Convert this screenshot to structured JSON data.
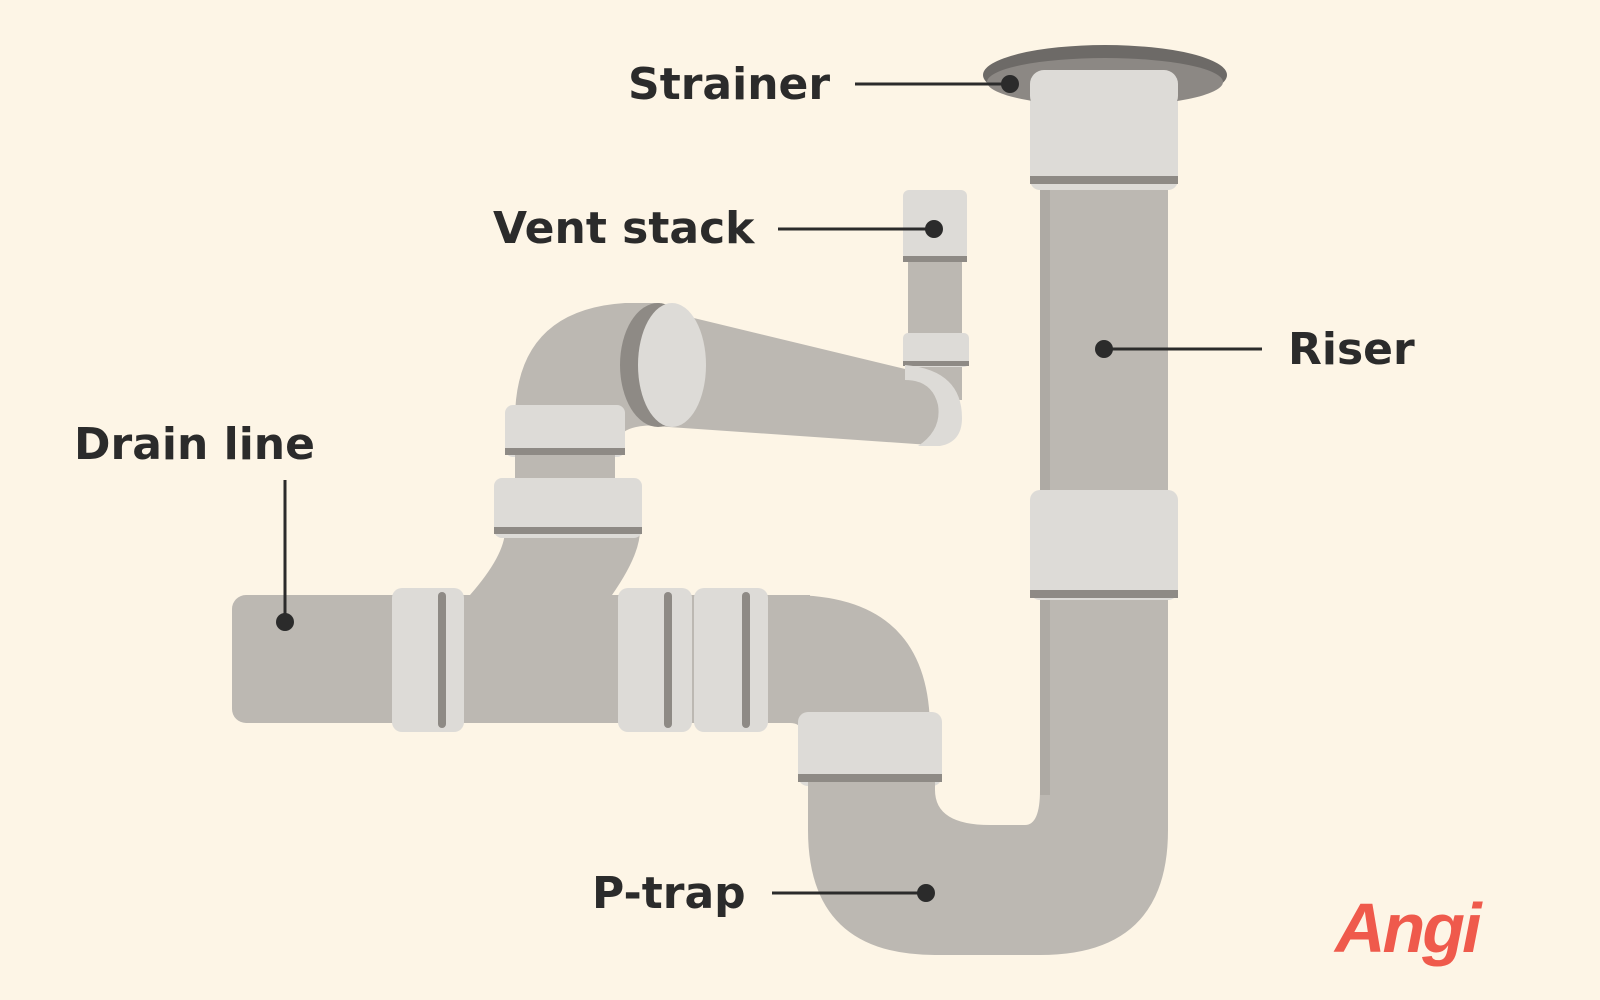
{
  "labels": {
    "strainer": "Strainer",
    "vent_stack": "Vent stack",
    "riser": "Riser",
    "drain_line": "Drain line",
    "p_trap": "P-trap"
  },
  "brand": {
    "name": "Angi",
    "color": "#ef5a4c"
  },
  "colors": {
    "background": "#fdf5e6",
    "pipe": "#bcb8b2",
    "pipe_fitting": "#dddbd7",
    "label_text": "#2b2b2b"
  },
  "icons": {
    "logo": "angi-logo-icon"
  }
}
